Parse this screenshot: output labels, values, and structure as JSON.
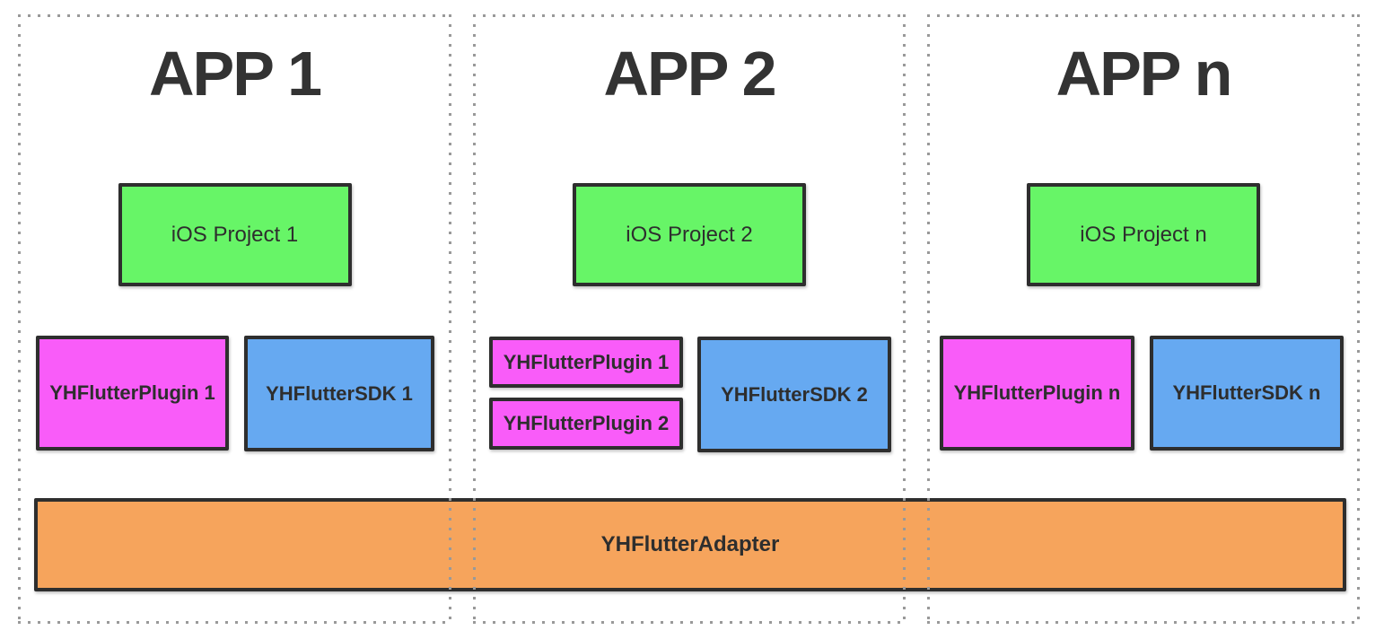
{
  "diagram": {
    "adapter_label": "YHFlutterAdapter",
    "panels": [
      {
        "title": "APP 1",
        "ios_project": "iOS Project 1",
        "plugins": [
          "YHFlutterPlugin 1"
        ],
        "sdk": "YHFlutterSDK 1"
      },
      {
        "title": "APP 2",
        "ios_project": "iOS Project 2",
        "plugins": [
          "YHFlutterPlugin 1",
          "YHFlutterPlugin 2"
        ],
        "sdk": "YHFlutterSDK 2"
      },
      {
        "title": "APP n",
        "ios_project": "iOS Project n",
        "plugins": [
          "YHFlutterPlugin n"
        ],
        "sdk": "YHFlutterSDK n"
      }
    ],
    "colors": {
      "ios_project_fill": "#67f567",
      "plugin_fill": "#f95cf9",
      "sdk_fill": "#66a9f1",
      "adapter_fill": "#f6a45c",
      "box_border": "#2e2e2e",
      "panel_dotted_border": "#999999",
      "title_text": "#333333"
    }
  }
}
